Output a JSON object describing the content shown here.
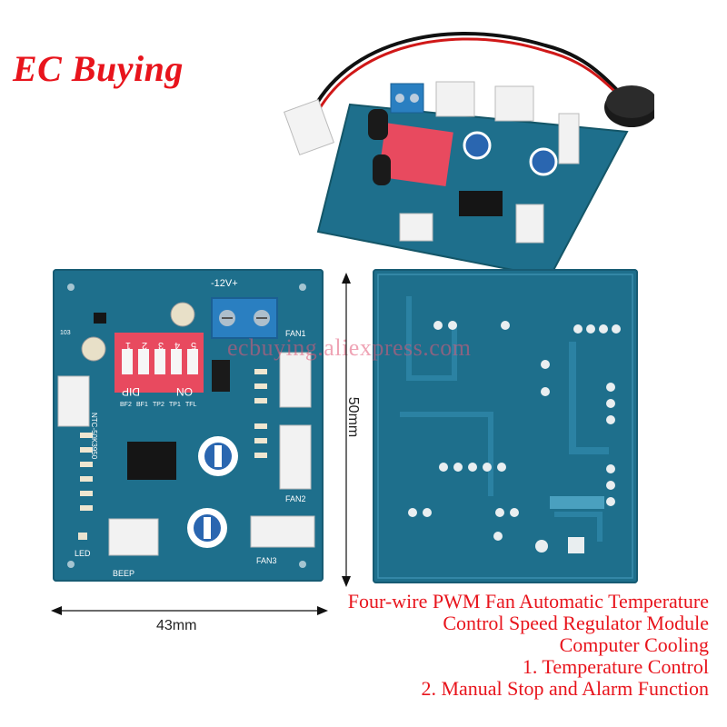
{
  "brand": {
    "name": "EC Buying",
    "color": "#e8141c"
  },
  "watermark": "ecbuying.aliexpress.com",
  "dimensions": {
    "width_label": "43mm",
    "height_label": "50mm"
  },
  "board_labels": {
    "power": "-12V+",
    "fan1": "FAN1",
    "fan2": "FAN2",
    "fan3": "FAN3",
    "beep": "BEEP",
    "led": "LED",
    "dip": "DIP",
    "on": "ON",
    "ntc": "NTC-50K3950",
    "switch_labels": [
      "BF2",
      "BF1",
      "TP2",
      "TP1",
      "TFL"
    ],
    "dip_numbers": [
      "1",
      "2",
      "3",
      "4",
      "5"
    ],
    "resistor": "103"
  },
  "caption": {
    "color": "#e8141c",
    "lines": [
      "Four-wire PWM Fan Automatic Temperature",
      "Control Speed Regulator Module",
      "Computer Cooling",
      "1. Temperature Control",
      "2. Manual Stop and Alarm Function"
    ]
  },
  "colors": {
    "board": "#1e6f8c",
    "dip_switch": "#e84a5f",
    "terminal": "#2a7fc1",
    "connector": "#f2f2f2"
  }
}
